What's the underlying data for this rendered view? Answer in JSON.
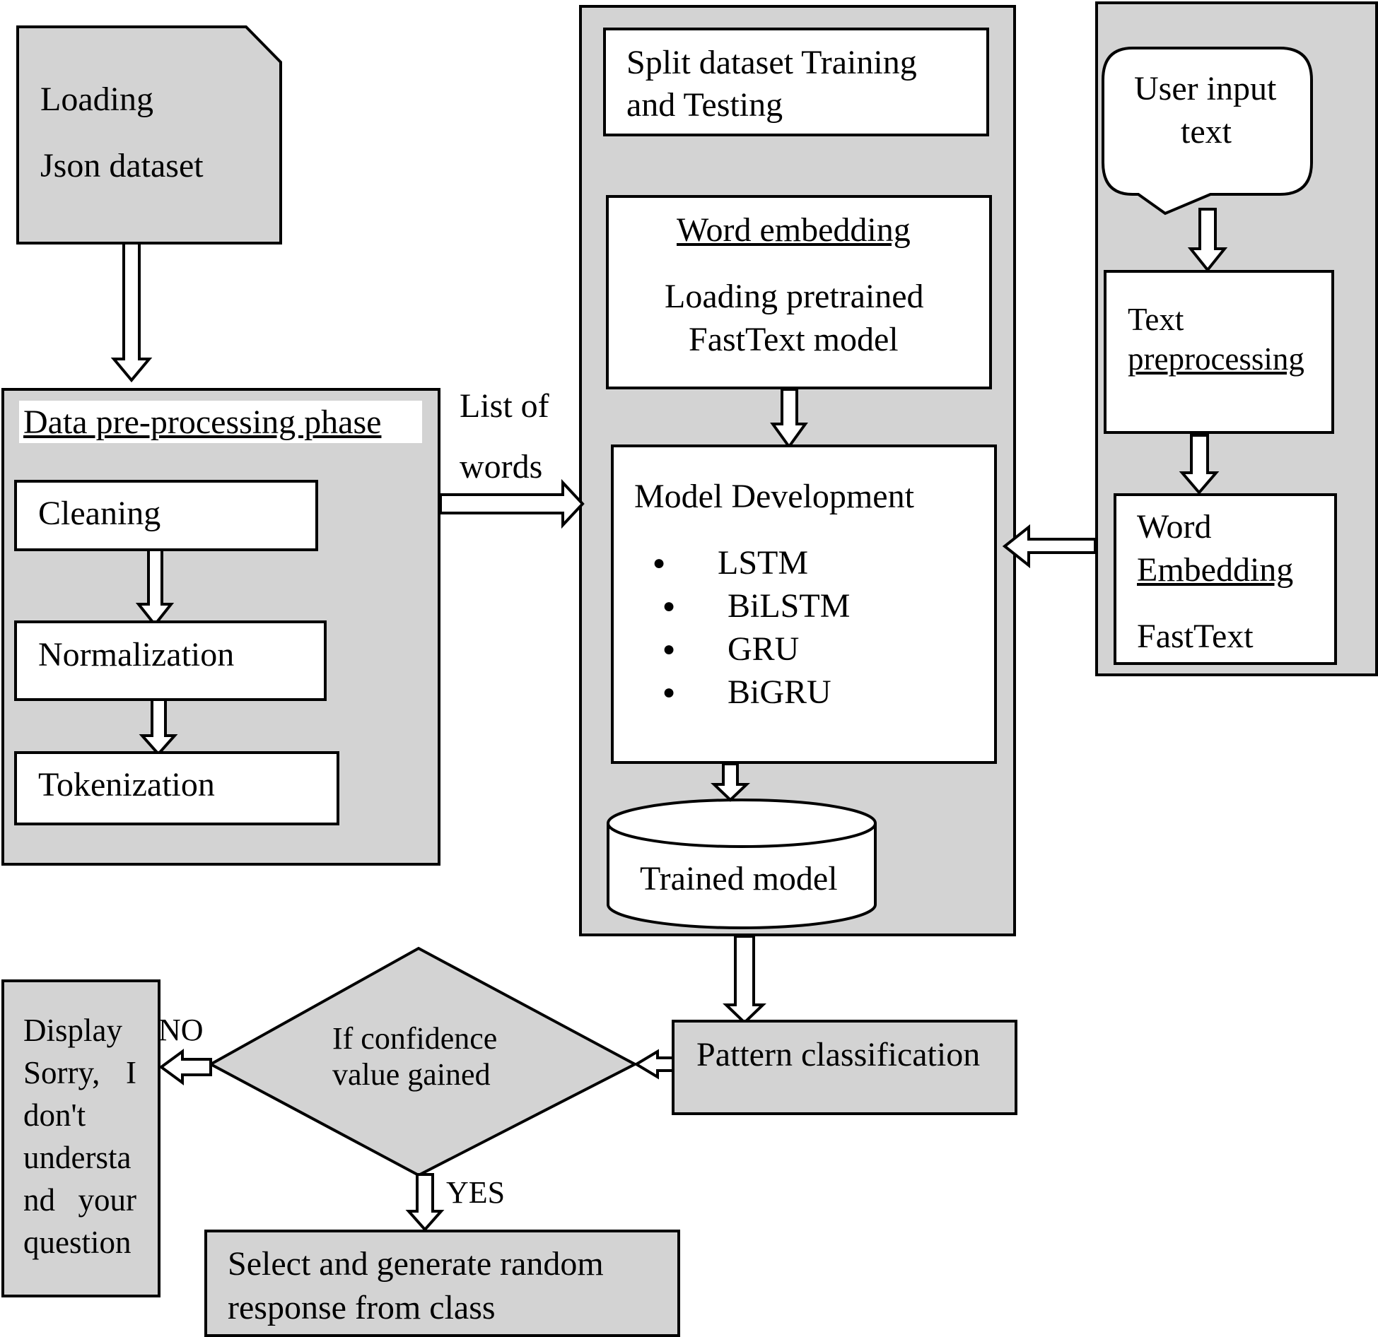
{
  "load": {
    "line1": "Loading",
    "line2": "Json dataset"
  },
  "preprocessing": {
    "title": "Data pre-processing phase",
    "steps": [
      "Cleaning",
      "Normalization",
      "Tokenization"
    ]
  },
  "list_of_words": {
    "line1": "List of",
    "line2": "words"
  },
  "split": {
    "line1": "Split dataset Training",
    "line2": "and Testing"
  },
  "embedding": {
    "title": "Word embedding",
    "line1": "Loading pretrained",
    "line2": "FastText model"
  },
  "model": {
    "title": "Model Development",
    "items": [
      "LSTM",
      "BiLSTM",
      "GRU",
      "BiGRU"
    ]
  },
  "trained": "Trained model",
  "user_input": {
    "line1": "User input",
    "line2": "text"
  },
  "text_pre": {
    "line1": "Text",
    "line2": "preprocessing"
  },
  "word_emb": {
    "line1": "Word",
    "line2": "Embedding",
    "line3": "FastText"
  },
  "pattern": "Pattern classification",
  "decision": {
    "line1": "If confidence",
    "line2": "value gained"
  },
  "no_label": "NO",
  "yes_label": "YES",
  "sorry": {
    "lines": [
      "Display",
      "Sorry, I",
      "don't",
      "understa",
      "nd your",
      "question"
    ]
  },
  "select": {
    "line1": "Select and generate random",
    "line2": "response from class"
  },
  "colors": {
    "panel": "#d3d3d3",
    "box": "#ffffff",
    "line": "#000000"
  }
}
